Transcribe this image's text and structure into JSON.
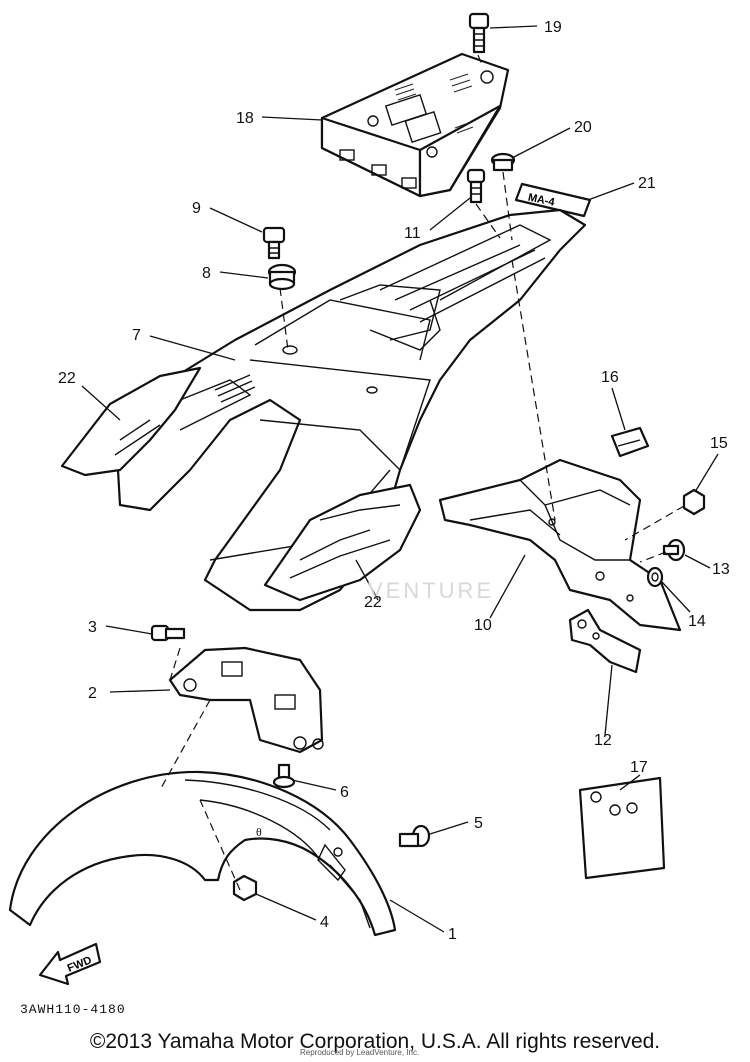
{
  "diagram": {
    "callouts": {
      "c1": "1",
      "c2": "2",
      "c3": "3",
      "c4": "4",
      "c5": "5",
      "c6": "6",
      "c7": "7",
      "c8": "8",
      "c9": "9",
      "c10": "10",
      "c11": "11",
      "c12": "12",
      "c13": "13",
      "c14": "14",
      "c15": "15",
      "c16": "16",
      "c17": "17",
      "c18": "18",
      "c19": "19",
      "c20": "20",
      "c21": "21",
      "c22a": "22",
      "c22b": "22"
    },
    "watermark": "VENTURE",
    "fwd_label": "FWD",
    "decal_label": "MA-4",
    "diagram_code": "3AWH110-4180",
    "copyright": "©2013 Yamaha Motor Corporation, U.S.A. All rights reserved.",
    "reproduced": "Reproduced by LeadVenture, Inc."
  }
}
